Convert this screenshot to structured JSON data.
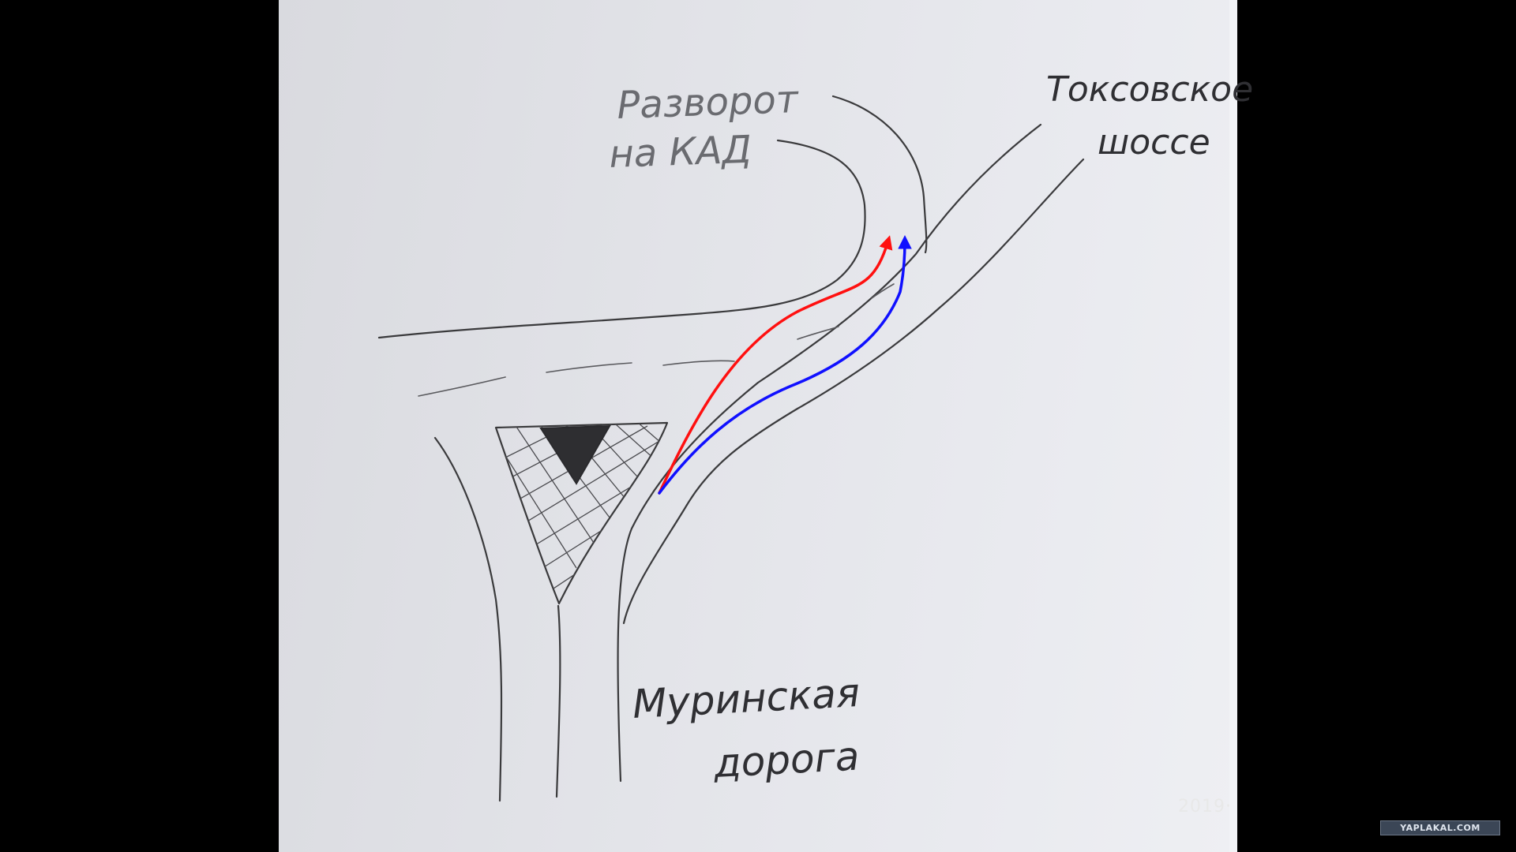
{
  "labels": {
    "uturn_line1": "Разворот",
    "uturn_line2": "на КАД",
    "toksovskoe_line1": "Токсовское",
    "toksovskoe_line2": "шоссе",
    "murinskaya_line1": "Муринская",
    "murinskaya_line2": "дорога"
  },
  "routes": [
    {
      "color": "#ff1010"
    },
    {
      "color": "#1010ff"
    }
  ],
  "overlay": {
    "timestamp": "2019·",
    "watermark": "YAPLAKAL.COM"
  }
}
